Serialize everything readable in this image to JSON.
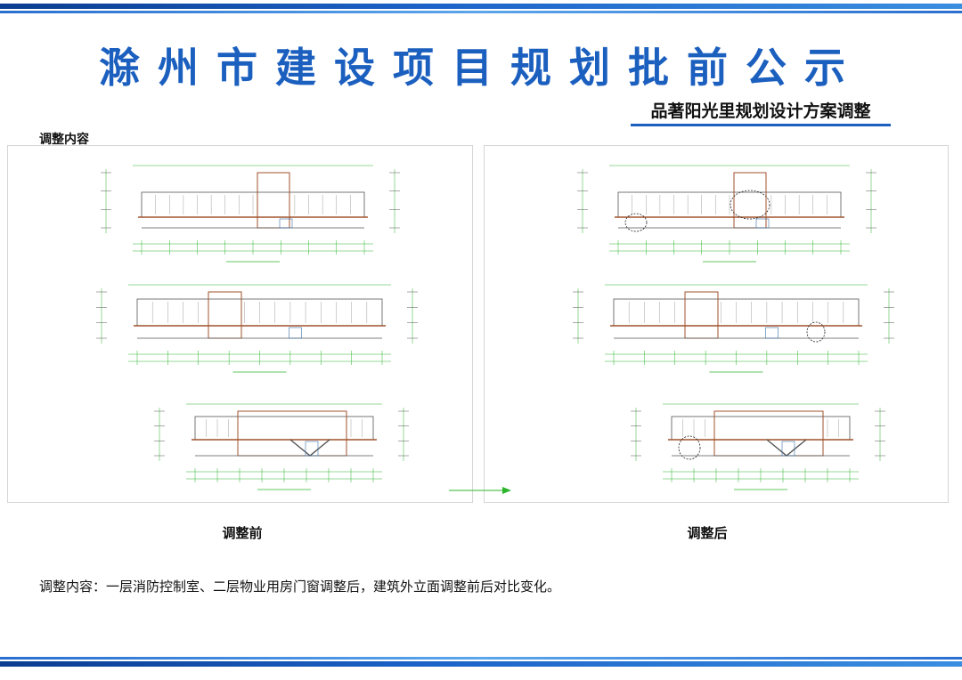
{
  "header": {
    "title": "滁州市建设项目规划批前公示",
    "subtitle": "品著阳光里规划设计方案调整"
  },
  "section_label": "调整内容",
  "panels": {
    "before": {
      "caption": "调整前"
    },
    "after": {
      "caption": "调整后"
    }
  },
  "note": "调整内容：一层消防控制室、二层物业用房门窗调整后，建筑外立面调整前后对比变化。",
  "colors": {
    "title_blue": "#1b5fbf",
    "band_dark": "#0b3d91",
    "band_light": "#5aa6ec",
    "drawing_green": "#2bb52b",
    "drawing_brown": "#a0522d",
    "drawing_line": "#555555",
    "arrow_green": "#2bb52b"
  },
  "drawings": {
    "before": [
      {
        "marks": []
      },
      {
        "marks": []
      },
      {
        "marks": []
      }
    ],
    "after": [
      {
        "marks": [
          {
            "kind": "cloud",
            "pos": "door-left"
          },
          {
            "kind": "cloud",
            "pos": "upper-center"
          }
        ]
      },
      {
        "marks": [
          {
            "kind": "cloud",
            "pos": "door-right"
          }
        ]
      },
      {
        "marks": [
          {
            "kind": "cloud",
            "pos": "door-left"
          }
        ]
      }
    ]
  }
}
